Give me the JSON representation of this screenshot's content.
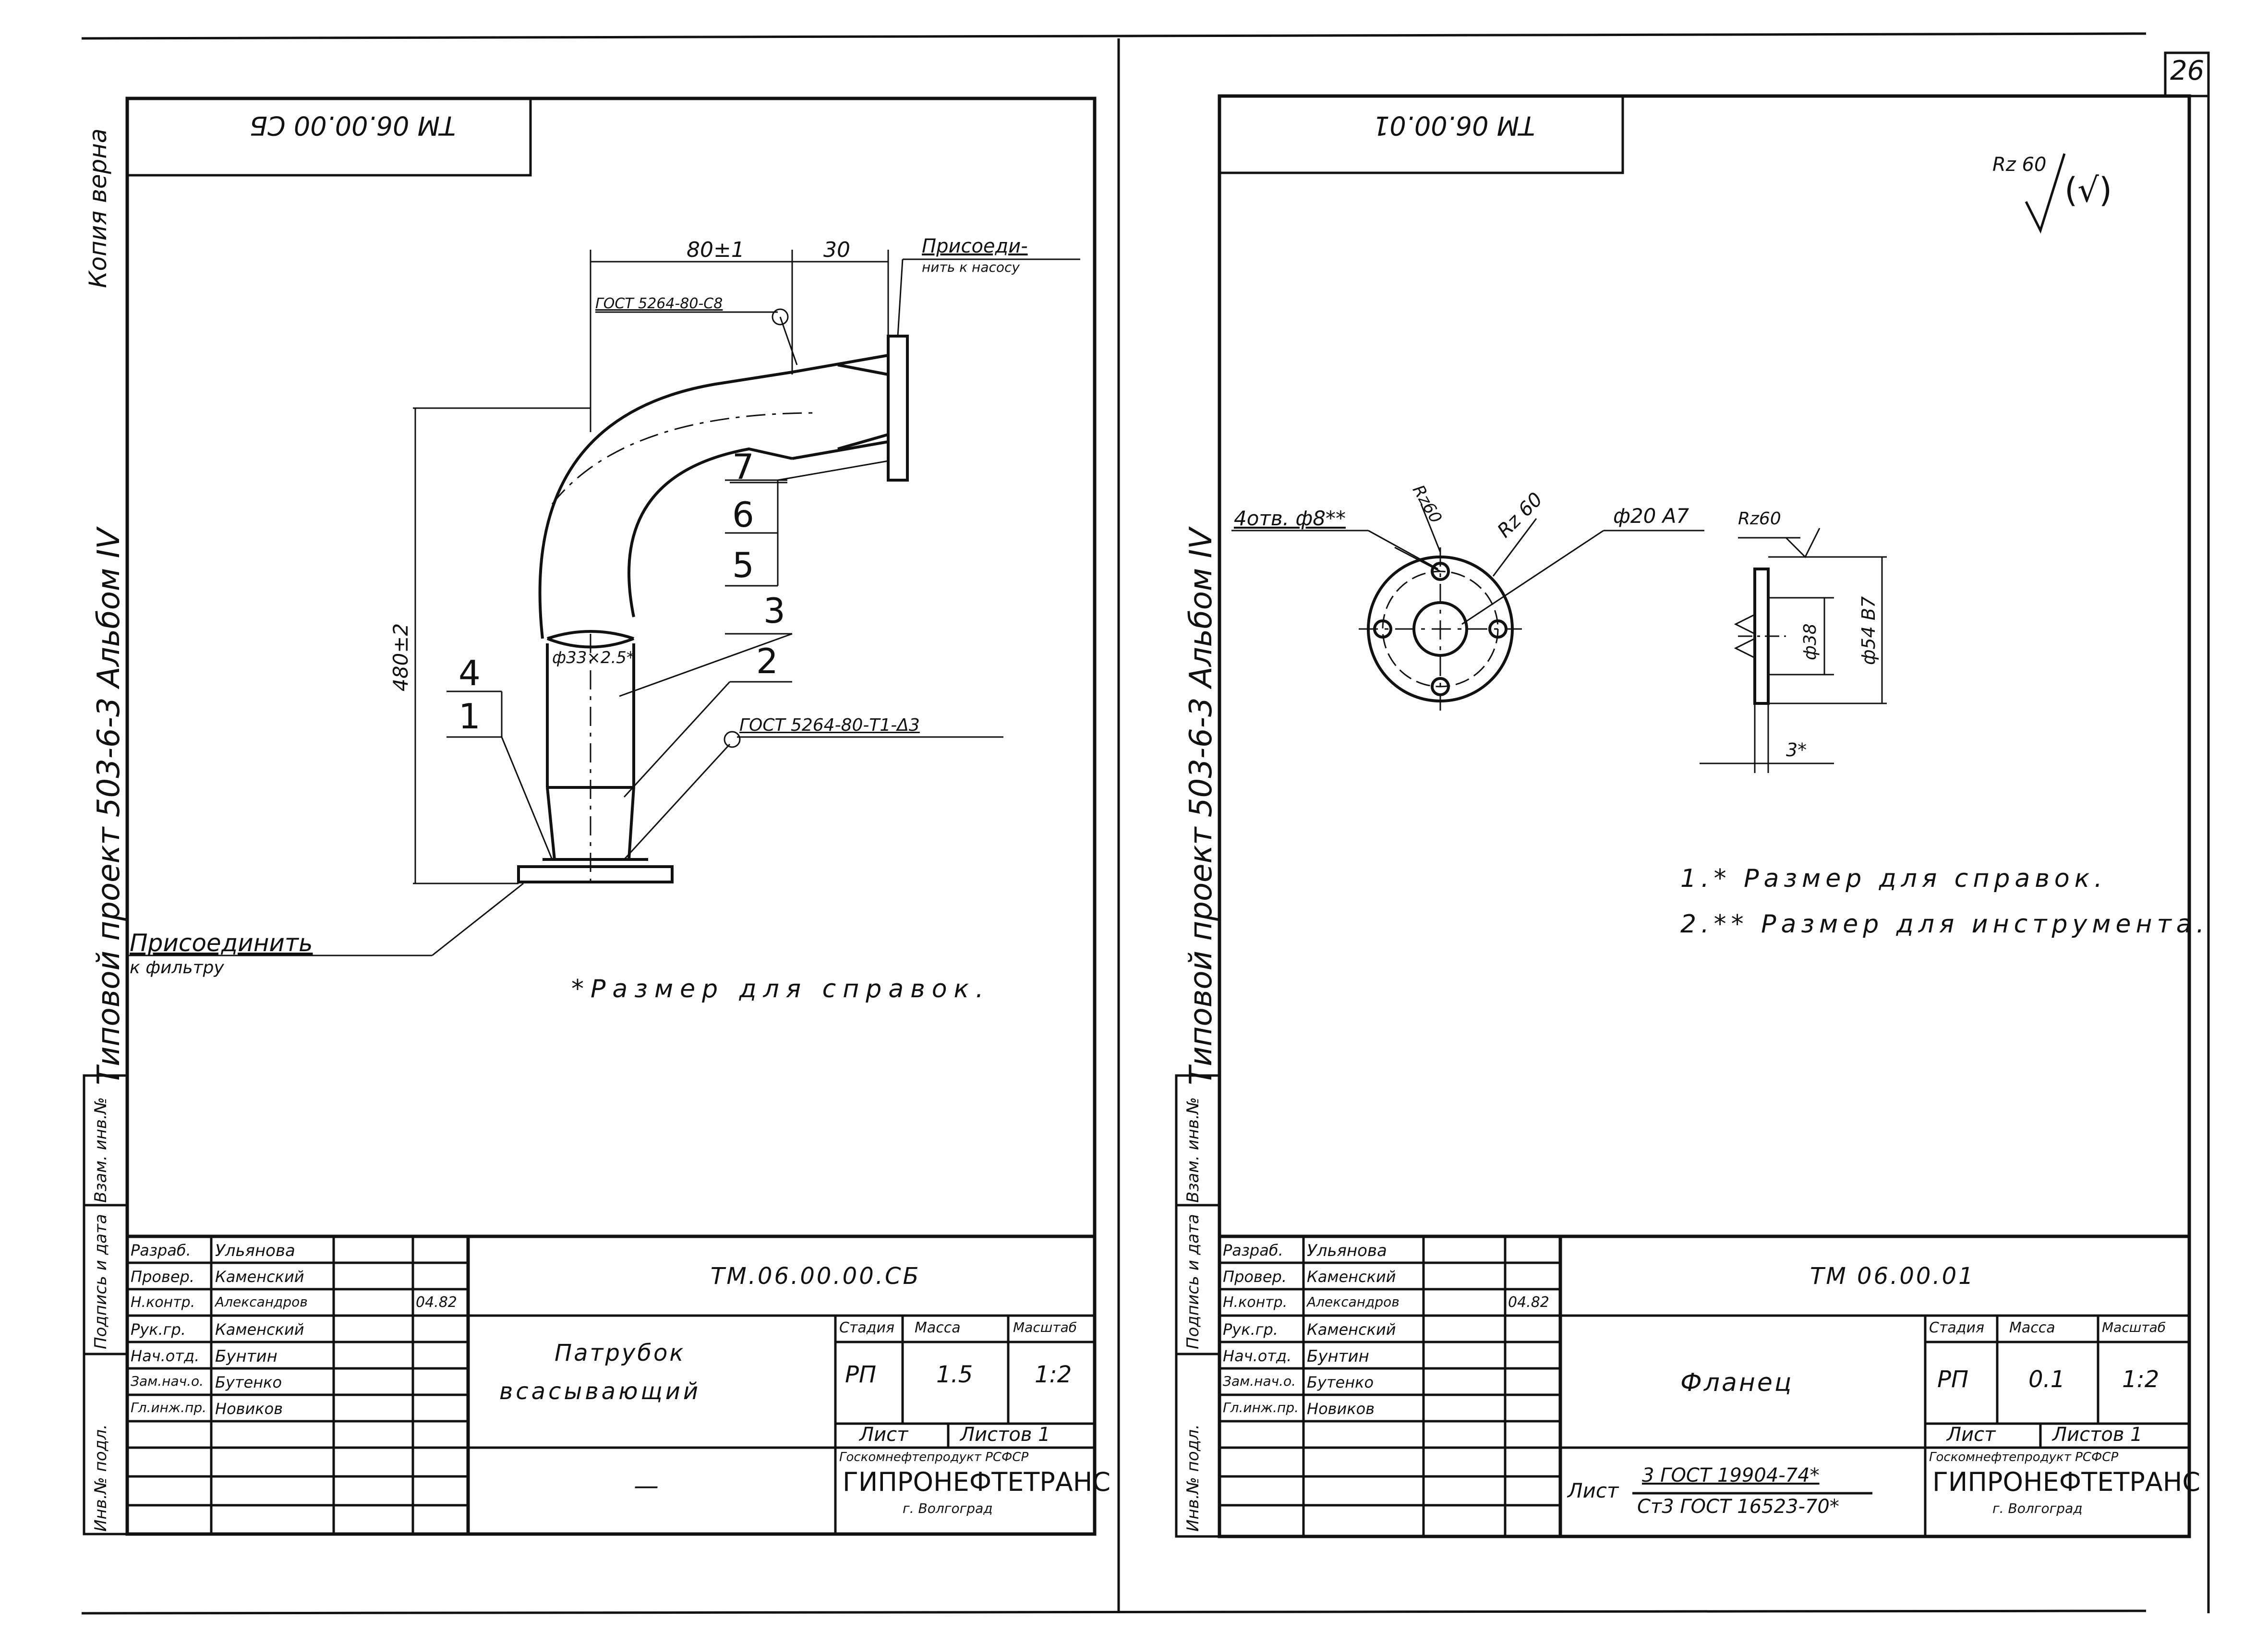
{
  "page_number": "26",
  "left_sheet": {
    "code_flipped": "ТМ 06.00.00 СБ",
    "margin_text": "Типовой проект 503-6-3 Альбом IV",
    "copy_note": "Копия верна",
    "side_labels": [
      "Инв.№ подл.",
      "Подпись и дата",
      "Взам. инв.№"
    ],
    "dims": {
      "d1": "80±1",
      "d2": "30",
      "height": "480±2",
      "pipe": "ф33×2.5*"
    },
    "callouts": {
      "gost_top": "ГОСТ 5264-80-С8",
      "gost_bottom": "ГОСТ 5264-80-Т1-Δ3",
      "connect_top_1": "Присоеди-",
      "connect_top_2": "нить к насосу",
      "connect_bottom_1": "Присоединить",
      "connect_bottom_2": "к фильтру"
    },
    "positions": [
      "7",
      "6",
      "5",
      "3",
      "2",
      "4",
      "1"
    ],
    "note": "*Размер для справок.",
    "title_block": {
      "roles": [
        "Разраб.",
        "Провер.",
        "Н.контр.",
        "Рук.гр.",
        "Нач.отд.",
        "Зам.нач.о.",
        "Гл.инж.пр."
      ],
      "names": [
        "Ульянова",
        "Каменский",
        "Александров",
        "Каменский",
        "Бунтин",
        "Бутенко",
        "Новиков"
      ],
      "date": "04.82",
      "designation": "ТМ.06.00.00.СБ",
      "name_line1": "Патрубок",
      "name_line2": "всасывающий",
      "material": "—",
      "h_stage": "Стадия",
      "h_mass": "Масса",
      "h_scale": "Масштаб",
      "stage": "РП",
      "mass": "1.5",
      "scale": "1:2",
      "sheet": "Лист",
      "sheets": "Листов 1",
      "org1": "Госкомнефтепродукт РСФСР",
      "org2": "ГИПРОНЕФТЕТРАНС",
      "org3": "г. Волгоград"
    }
  },
  "right_sheet": {
    "code_flipped": "ТМ 06.00.01",
    "margin_text": "Типовой проект 503-6-3 Альбом IV",
    "side_labels": [
      "Инв.№ подл.",
      "Подпись и дата",
      "Взам. инв.№"
    ],
    "roughness": "Rz 60",
    "dims": {
      "holes": "4отв. ф8**",
      "rz1": "Rz60",
      "rz2": "Rz 60",
      "bore": "ф20 А7",
      "rz3": "Rz60",
      "d38": "ф38",
      "d54": "ф54 В7",
      "t": "3*"
    },
    "notes": [
      "1.* Размер для справок.",
      "2.** Размер для инструмента."
    ],
    "title_block": {
      "roles": [
        "Разраб.",
        "Провер.",
        "Н.контр.",
        "Рук.гр.",
        "Нач.отд.",
        "Зам.нач.о.",
        "Гл.инж.пр."
      ],
      "names": [
        "Ульянова",
        "Каменский",
        "Александров",
        "Каменский",
        "Бунтин",
        "Бутенко",
        "Новиков"
      ],
      "date": "04.82",
      "designation": "ТМ 06.00.01",
      "name_line1": "Фланец",
      "material_prefix": "Лист",
      "material_top": "3 ГОСТ 19904-74*",
      "material_bottom": "Ст3 ГОСТ 16523-70*",
      "h_stage": "Стадия",
      "h_mass": "Масса",
      "h_scale": "Масштаб",
      "stage": "РП",
      "mass": "0.1",
      "scale": "1:2",
      "sheet": "Лист",
      "sheets": "Листов 1",
      "org1": "Госкомнефтепродукт РСФСР",
      "org2": "ГИПРОНЕФТЕТРАНС",
      "org3": "г. Волгоград"
    }
  }
}
